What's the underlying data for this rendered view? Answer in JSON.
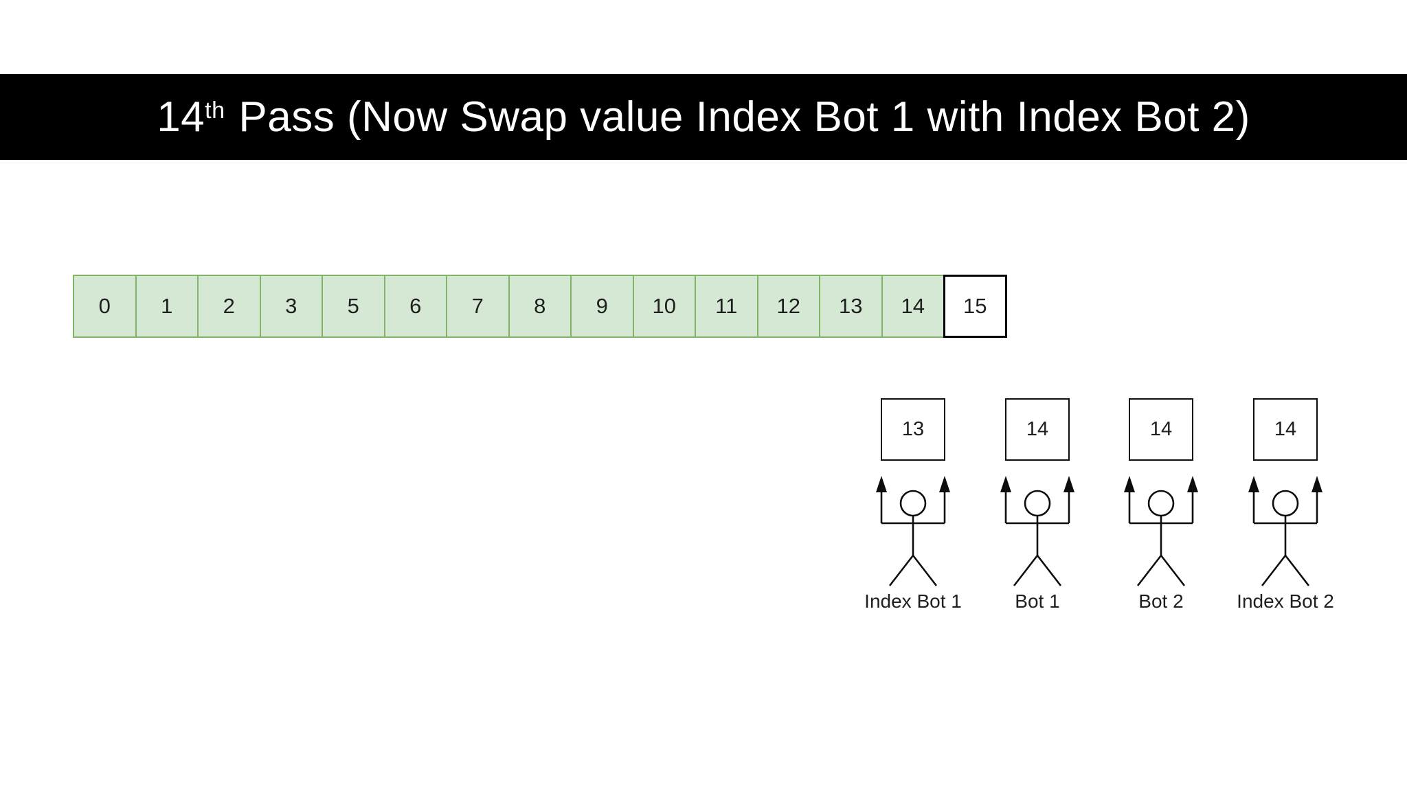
{
  "title": {
    "number": "14",
    "ordinal": "th",
    "rest": "Pass (Now Swap value Index Bot 1 with Index Bot 2)"
  },
  "array": {
    "cells": [
      "0",
      "1",
      "2",
      "3",
      "5",
      "6",
      "7",
      "8",
      "9",
      "10",
      "11",
      "12",
      "13",
      "14",
      "15"
    ],
    "unsorted_cell_value": "15"
  },
  "bots": [
    {
      "value": "13",
      "label": "Index Bot 1"
    },
    {
      "value": "14",
      "label": "Bot 1"
    },
    {
      "value": "14",
      "label": "Bot 2"
    },
    {
      "value": "14",
      "label": "Index Bot 2"
    }
  ],
  "colors": {
    "page_bg": "#ffffff",
    "title_bar_bg": "#000000",
    "title_text": "#ffffff",
    "cell_fill": "#d5e8d4",
    "cell_border": "#82b366",
    "unsorted_cell_fill": "#ffffff",
    "unsorted_cell_border": "#000000",
    "figure_stroke": "#0d0d0d"
  }
}
